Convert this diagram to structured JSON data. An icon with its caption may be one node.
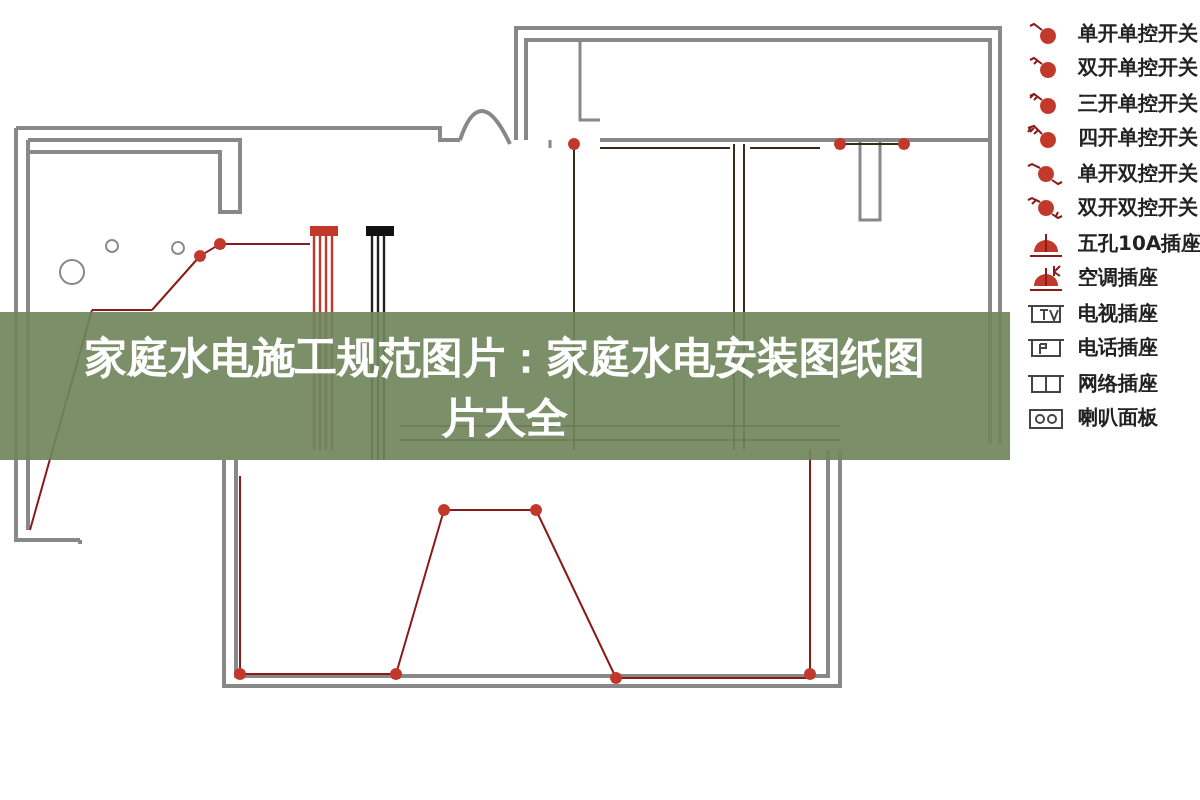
{
  "diagram": {
    "title": "家庭水电施工规范图片：家庭水电安装图纸图片大全",
    "legend": [
      {
        "text": "单开单控开关"
      },
      {
        "text": "双开单控开关"
      },
      {
        "text": "三开单控开关"
      },
      {
        "text": "四开单控开关"
      },
      {
        "text": "单开双控开关"
      },
      {
        "text": "双开双控开关"
      },
      {
        "text": "五孔10A插座"
      },
      {
        "text": "空调插座"
      },
      {
        "text": "电视插座"
      },
      {
        "text": "电话插座"
      },
      {
        "text": "网络插座"
      },
      {
        "text": "喇叭面板"
      }
    ]
  }
}
